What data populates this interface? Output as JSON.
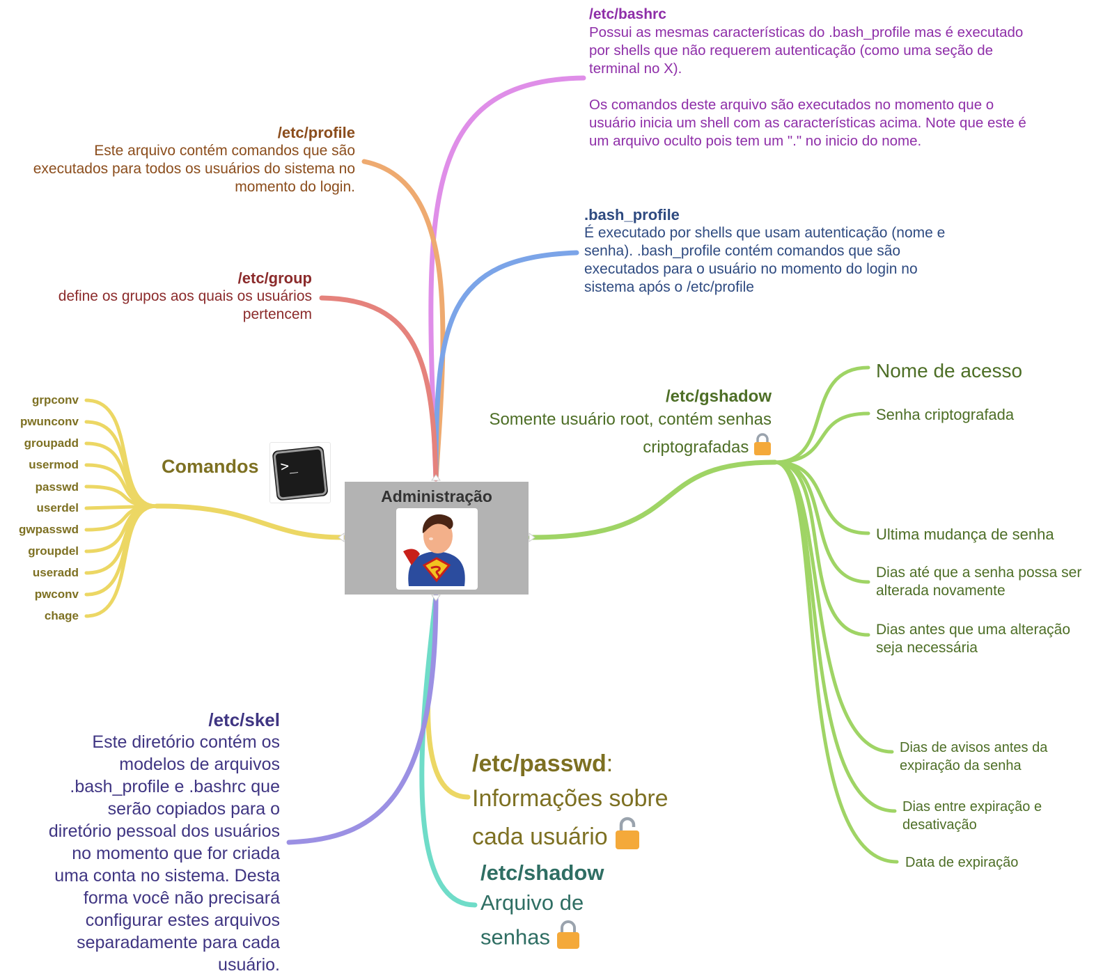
{
  "central": {
    "title": "Administração",
    "avatar_icon": "superman-user-icon"
  },
  "bashrc": {
    "title": "/etc/bashrc",
    "lines": [
      "Possui as mesmas características do .bash_profile mas é executado",
      "por shells que não requerem autenticação (como uma seção de",
      "terminal no X).",
      "",
      "Os comandos deste arquivo são executados no momento que o",
      "usuário inicia um shell com as características acima. Note que este é",
      "um arquivo oculto pois tem um \".\" no inicio do nome."
    ],
    "color": "#8e2ea8"
  },
  "profile": {
    "title": "/etc/profile",
    "lines": [
      "Este arquivo contém comandos que são",
      "executados para todos os usuários do sistema no",
      "momento do login."
    ],
    "color": "#8b4d1c"
  },
  "bash_profile": {
    "title": ".bash_profile",
    "lines": [
      "É executado por shells que usam autenticação (nome e",
      "senha). .bash_profile contém comandos que são",
      "executados para o usuário no momento do login no",
      "sistema após o /etc/profile"
    ],
    "color": "#2e4a80"
  },
  "group": {
    "title": "/etc/group",
    "lines": [
      "define os grupos aos quais os usuários",
      "pertencem"
    ],
    "color": "#8b2b2b"
  },
  "gshadow": {
    "title": "/etc/gshadow",
    "lines": [
      "Somente usuário root, contém senhas",
      "criptografadas"
    ],
    "lock_icon": "lock-closed-icon",
    "color": "#4d6e26",
    "fields": [
      "Nome de acesso",
      "Senha criptografada",
      "Ultima mudança de senha",
      "Dias até que a senha possa ser alterada novamente",
      "Dias antes que uma alteração seja necessária",
      "Dias de avisos antes da expiração da senha",
      "Dias entre expiração e desativação",
      "Data de expiração"
    ]
  },
  "comandos": {
    "label": "Comandos",
    "terminal_icon": "terminal-icon",
    "items": [
      "grpconv",
      "pwunconv",
      "groupadd",
      "usermod",
      "passwd",
      "userdel",
      "gwpasswd",
      "groupdel",
      "useradd",
      "pwconv",
      "chage"
    ],
    "color": "#7d7022"
  },
  "skel": {
    "title": "/etc/skel",
    "lines": [
      "Este diretório contém os",
      "modelos de arquivos",
      ".bash_profile e .bashrc que",
      "serão copiados para o",
      "diretório pessoal dos usuários",
      "no momento que for criada",
      "uma conta no sistema. Desta",
      "forma você não precisará",
      "configurar estes arquivos",
      "separadamente para cada",
      "usuário."
    ],
    "color": "#3f3582"
  },
  "passwd": {
    "title": "/etc/passwd",
    "colon": ":",
    "lines": [
      "Informações sobre",
      "cada usuário"
    ],
    "lock_icon": "lock-open-icon",
    "color": "#7d7022"
  },
  "shadow": {
    "title": "/etc/shadow",
    "lines": [
      "Arquivo de",
      "senhas"
    ],
    "lock_icon": "lock-closed-icon",
    "color": "#2f6e63"
  },
  "branch_colors": {
    "bashrc": "#df8ee8",
    "profile": "#eeaa70",
    "bash_profile": "#7ba4e8",
    "group": "#e5827c",
    "gshadow": "#9fd465",
    "comandos": "#ecd764",
    "skel": "#9b90e3",
    "passwd": "#ecd764",
    "shadow": "#6fdcc8"
  }
}
